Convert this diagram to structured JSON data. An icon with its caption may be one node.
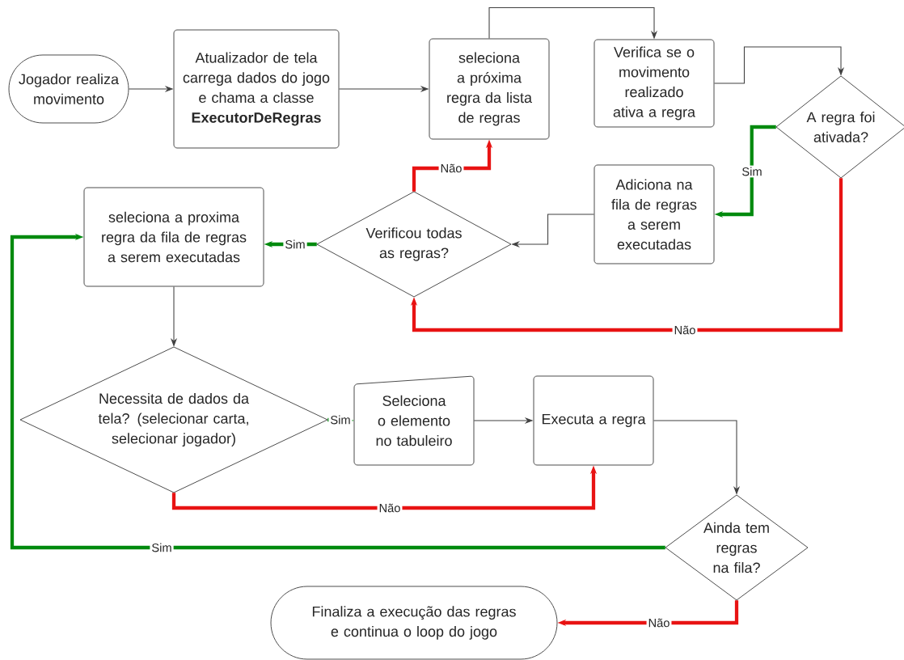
{
  "diagram": {
    "nodes": [
      {
        "text": [
          "Jogador realiza movimento"
        ]
      },
      {
        "text": [
          "Atualizador de tela carrega dados do jogo e chama a classe **ExecutorDeRegras**"
        ]
      },
      {
        "text": [
          "seleciona a próxima regra da lista de regras"
        ]
      },
      {
        "text": [
          "Verifica se o movimento realizado ativa a regra"
        ]
      },
      {
        "text": [
          "A regra foi ativada?"
        ]
      },
      {
        "text": [
          "Adiciona na fila de regras a serem executadas"
        ]
      },
      {
        "text": [
          "Verificou todas as regras?"
        ]
      },
      {
        "text": [
          "seleciona a proxima regra da fila de regras a serem executadas"
        ]
      },
      {
        "text": [
          "Necessita de dados da tela? (selecionar carta, selecionar jogador)"
        ]
      },
      {
        "text": [
          "Seleciona o elemento no tabuleiro"
        ]
      },
      {
        "text": [
          "Executa a regra"
        ]
      },
      {
        "text": [
          "Ainda tem regras na fila?"
        ]
      },
      {
        "text": [
          "Finaliza a execução das regras e continua o loop do jogo"
        ]
      }
    ],
    "edges": [
      {
        "from": 0,
        "to": 1,
        "arrow": "to"
      },
      {
        "from": 1,
        "to": 2,
        "arrow": "to"
      },
      {
        "from": 2,
        "to": 3,
        "arrow": "to"
      },
      {
        "from": 3,
        "to": 4,
        "arrow": "to"
      },
      {
        "from": 4,
        "to": 5,
        "arrow": "to",
        "label": "Sim",
        "style": "thick",
        "color": "#008a0e"
      },
      {
        "from": 4,
        "to": 6,
        "arrow": "to",
        "label": "Não",
        "style": "thick",
        "color": "#e81313"
      },
      {
        "from": 5,
        "to": 6,
        "arrow": "to"
      },
      {
        "from": 6,
        "to": 2,
        "arrow": "to",
        "label": "Não",
        "style": "thick",
        "color": "#e81313"
      },
      {
        "from": 6,
        "to": 7,
        "arrow": "to",
        "label": "Sim",
        "style": "thick",
        "color": "#008a0e"
      },
      {
        "from": 7,
        "to": 8,
        "arrow": "to"
      },
      {
        "from": 8,
        "to": 9,
        "arrow": "to",
        "label": "Sim",
        "style": "thick",
        "color": "#008a0e"
      },
      {
        "from": 8,
        "to": 10,
        "arrow": "to",
        "label": "Não",
        "style": "thick",
        "color": "#e81313"
      },
      {
        "from": 9,
        "to": 10,
        "arrow": "to"
      },
      {
        "from": 10,
        "to": 11,
        "arrow": "to"
      },
      {
        "from": 11,
        "to": 7,
        "arrow": "to",
        "label": "Sim",
        "style": "thick",
        "color": "#008a0e"
      },
      {
        "from": 11,
        "to": 12,
        "arrow": "to",
        "label": "Não",
        "style": "thick",
        "color": "#e81313"
      }
    ]
  }
}
